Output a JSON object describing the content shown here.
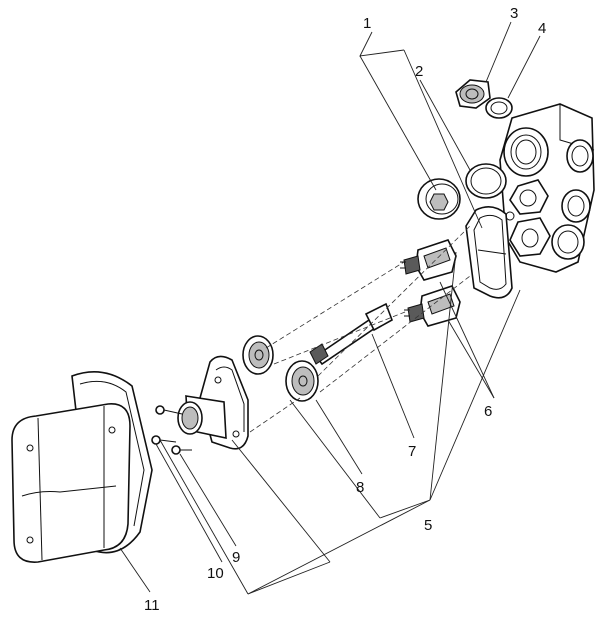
{
  "callouts": {
    "n1": "1",
    "n2": "2",
    "n3": "3",
    "n4": "4",
    "n5": "5",
    "n6": "6",
    "n7": "7",
    "n8": "8",
    "n9": "9",
    "n10": "10",
    "n11": "11"
  }
}
